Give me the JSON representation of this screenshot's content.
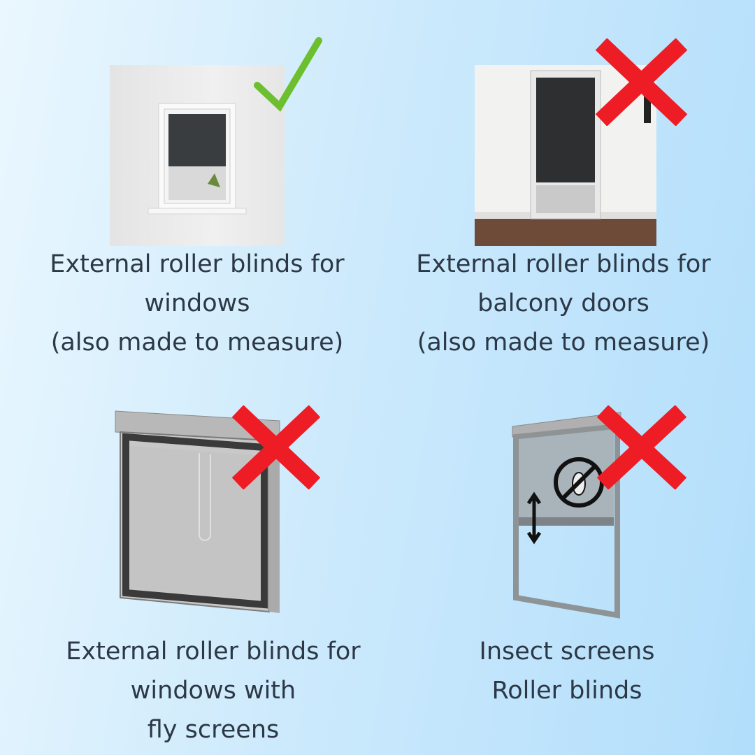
{
  "items": [
    {
      "lines": [
        "External roller blinds for",
        "windows",
        "(also made to measure)"
      ],
      "status": "check-icon",
      "status_color": "#6cbf2e"
    },
    {
      "lines": [
        "External roller blinds for",
        "balcony doors",
        "(also made to measure)"
      ],
      "status": "cross-icon",
      "status_color": "#ee1c24"
    },
    {
      "lines": [
        "External roller blinds for",
        "windows with",
        "fly screens"
      ],
      "status": "cross-icon",
      "status_color": "#ee1c24"
    },
    {
      "lines": [
        "Insect screens",
        "Roller blinds"
      ],
      "status": "cross-icon",
      "status_color": "#ee1c24"
    }
  ]
}
